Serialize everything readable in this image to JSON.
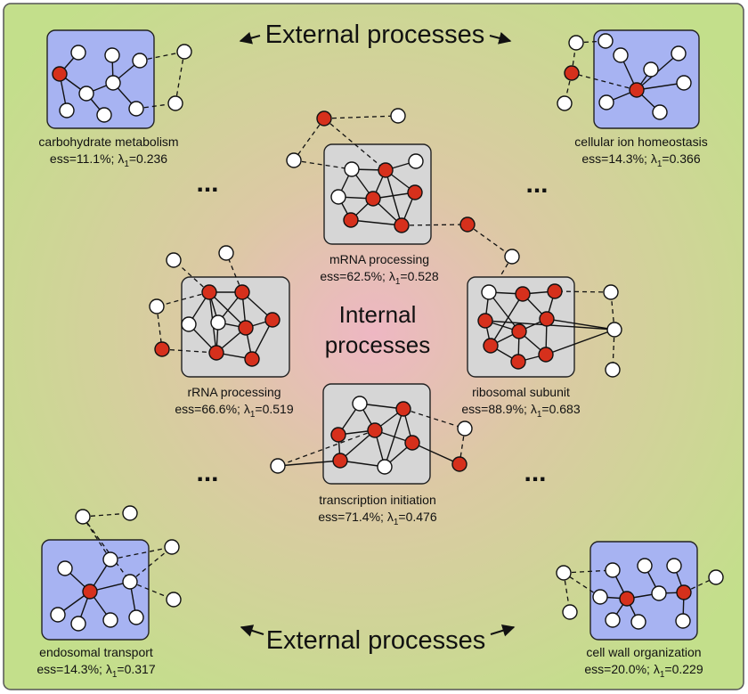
{
  "external_top": "External processes",
  "external_bottom": "External processes",
  "internal_line1": "Internal",
  "internal_line2": "processes",
  "ellipsis": "...",
  "colors": {
    "essential": "#d6301c",
    "nonessential": "#ffffff",
    "external_box": "#a7b3f2",
    "internal_box": "#d6d6d6"
  },
  "modules": {
    "carb": {
      "name": "carbohydrate metabolism",
      "ess": "ess=11.1%;",
      "lam": "λ",
      "sub": "1",
      "val": "=0.236"
    },
    "ion": {
      "name": "cellular ion homeostasis",
      "ess": "ess=14.3%;",
      "lam": "λ",
      "sub": "1",
      "val": "=0.366"
    },
    "mrna": {
      "name": "mRNA processing",
      "ess": "ess=62.5%;",
      "lam": "λ",
      "sub": "1",
      "val": "=0.528"
    },
    "rrna": {
      "name": "rRNA processing",
      "ess": "ess=66.6%;",
      "lam": "λ",
      "sub": "1",
      "val": "=0.519"
    },
    "ribo": {
      "name": "ribosomal subunit",
      "ess": "ess=88.9%;",
      "lam": "λ",
      "sub": "1",
      "val": "=0.683"
    },
    "trans": {
      "name": "transcription initiation",
      "ess": "ess=71.4%;",
      "lam": "λ",
      "sub": "1",
      "val": "=0.476"
    },
    "endo": {
      "name": "endosomal transport",
      "ess": "ess=14.3%;",
      "lam": "λ",
      "sub": "1",
      "val": "=0.317"
    },
    "wall": {
      "name": "cell wall organization",
      "ess": "ess=20.0%;",
      "lam": "λ",
      "sub": "1",
      "val": "=0.229"
    }
  }
}
